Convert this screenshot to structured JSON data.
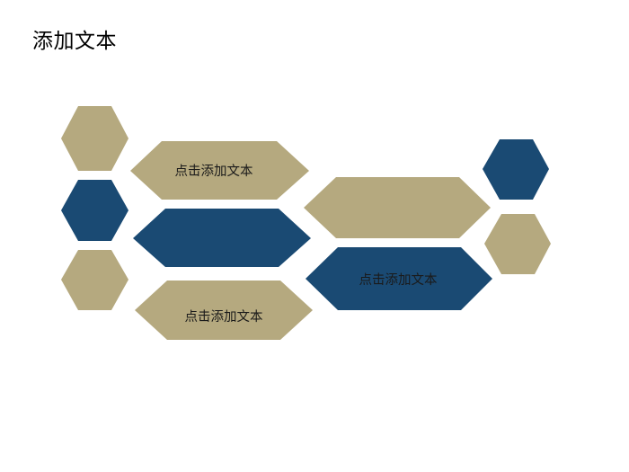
{
  "slide": {
    "title": "添加文本",
    "background_color": "#ffffff"
  },
  "palette": {
    "tan": "#b5a97f",
    "blue": "#1a4a73",
    "text": "#1a1a1a",
    "title_text": "#000000"
  },
  "diagram": {
    "name": "hexagon-honeycomb-diagram",
    "shapes": [
      {
        "id": "hex-left-top",
        "kind": "hexagon",
        "color_key": "tan",
        "label": ""
      },
      {
        "id": "hex-left-middle",
        "kind": "hexagon",
        "color_key": "blue",
        "label": ""
      },
      {
        "id": "hex-left-bottom",
        "kind": "hexagon",
        "color_key": "tan",
        "label": ""
      },
      {
        "id": "hex-wide-one",
        "kind": "wide-hexagon",
        "color_key": "tan",
        "label": "点击添加文本"
      },
      {
        "id": "hex-wide-two",
        "kind": "wide-hexagon",
        "color_key": "blue",
        "label": ""
      },
      {
        "id": "hex-wide-three",
        "kind": "wide-hexagon",
        "color_key": "tan",
        "label": "点击添加文本"
      },
      {
        "id": "hex-wide-four",
        "kind": "wide-hexagon",
        "color_key": "tan",
        "label": ""
      },
      {
        "id": "hex-wide-five",
        "kind": "wide-hexagon",
        "color_key": "blue",
        "label": "点击添加文本"
      },
      {
        "id": "hex-right-top",
        "kind": "hexagon",
        "color_key": "blue",
        "label": ""
      },
      {
        "id": "hex-right-bottom",
        "kind": "hexagon",
        "color_key": "tan",
        "label": ""
      }
    ]
  }
}
